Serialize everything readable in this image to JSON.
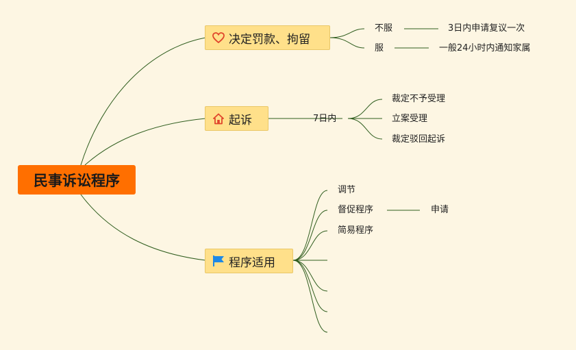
{
  "root": {
    "label": "民事诉讼程序"
  },
  "topics": [
    {
      "label": "决定罚款、拘留",
      "icon": "heart-icon",
      "children": [
        {
          "label": "不服",
          "detail": "3日内申请复议一次"
        },
        {
          "label": "服",
          "detail": "一般24小时内通知家属"
        }
      ]
    },
    {
      "label": "起诉",
      "icon": "home-icon",
      "sub": "7日内",
      "children": [
        {
          "label": "裁定不予受理"
        },
        {
          "label": "立案受理"
        },
        {
          "label": "裁定驳回起诉"
        }
      ]
    },
    {
      "label": "程序适用",
      "icon": "flag-icon",
      "children": [
        {
          "label": "调节"
        },
        {
          "label": "督促程序",
          "detail": "申请"
        },
        {
          "label": "简易程序"
        },
        {
          "label": ""
        },
        {
          "label": ""
        },
        {
          "label": ""
        },
        {
          "label": ""
        }
      ]
    }
  ],
  "colors": {
    "background": "#fdf6e3",
    "root": "#ff6f00",
    "topic": "#ffe08a",
    "link": "#2f5d1e",
    "heart": "#e0452b",
    "home": "#e0452b",
    "flag": "#1e88e5"
  }
}
